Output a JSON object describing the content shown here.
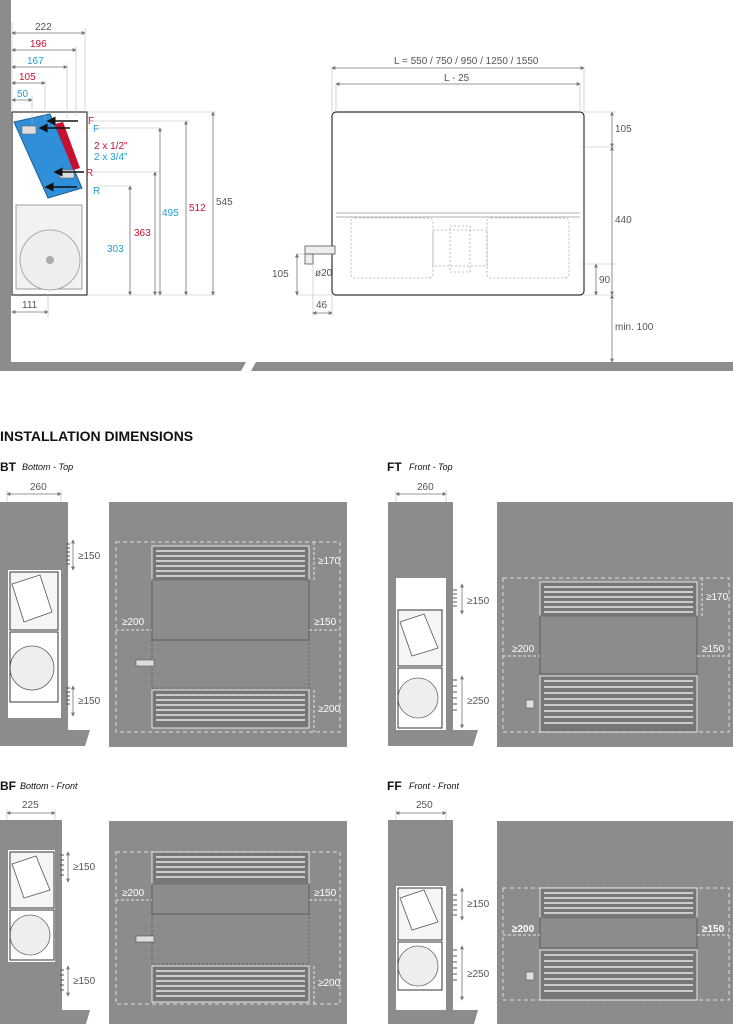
{
  "top_left": {
    "dims_h": [
      "222",
      "196",
      "167",
      "105",
      "50",
      "111"
    ],
    "dims_v": [
      "495",
      "512",
      "545",
      "303",
      "363"
    ],
    "conn_f_red": "F",
    "conn_f_blue": "F",
    "conn_r_red": "R",
    "conn_r_blue": "R",
    "pipe_red": "2 x 1/2\"",
    "pipe_blue": "2 x 3/4\""
  },
  "top_right": {
    "length": "L  = 550 / 750 / 950 / 1250 / 1550",
    "length_inner": "L - 25",
    "d105": "105",
    "d440": "440",
    "d90": "90",
    "dmin100": "min. 100",
    "d105_left": "105",
    "dia20": "ø20",
    "d46": "46"
  },
  "section_title": "INSTALLATION DIMENSIONS",
  "panels": [
    {
      "code": "BT",
      "sub": "Bottom - Top",
      "width": "260",
      "top_gap": "≥150",
      "bottom_gap": "≥150",
      "top_clear": "≥170",
      "bottom_clear": "≥200",
      "left": "≥200",
      "right": "≥150"
    },
    {
      "code": "FT",
      "sub": "Front - Top",
      "width": "260",
      "top_gap": "≥150",
      "bottom_gap": "≥250",
      "top_clear": "≥170",
      "left": "≥200",
      "right": "≥150"
    },
    {
      "code": "BF",
      "sub": "Bottom - Front",
      "width": "225",
      "top_gap": "≥150",
      "bottom_gap": "≥150",
      "bottom_clear": "≥200",
      "left": "≥200",
      "right": "≥150"
    },
    {
      "code": "FF",
      "sub": "Front - Front",
      "width": "250",
      "top_gap": "≥150",
      "bottom_gap": "≥250",
      "left": "≥200",
      "right": "≥150"
    }
  ],
  "colors": {
    "red": "#c8102e",
    "blue": "#1e9fd7",
    "wall": "#8c8c8c",
    "exchanger": "#2f8fd8"
  }
}
